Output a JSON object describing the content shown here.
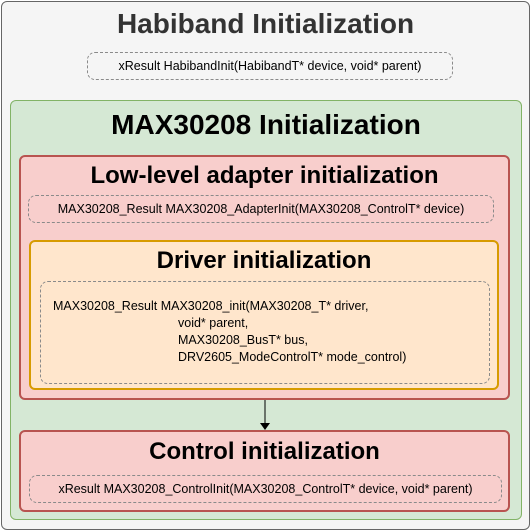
{
  "habiband": {
    "title": "Habiband Initialization",
    "code": "xResult HabibandInit(HabibandT* device, void* parent)"
  },
  "max30208": {
    "title": "MAX30208 Initialization"
  },
  "low_level": {
    "title": "Low-level adapter initialization",
    "code": "MAX30208_Result MAX30208_AdapterInit(MAX30208_ControlT* device)"
  },
  "driver": {
    "title": "Driver initialization",
    "code_lines": [
      "MAX30208_Result MAX30208_init(MAX30208_T* driver,",
      "void* parent,",
      "MAX30208_BusT* bus,",
      "DRV2605_ModeControlT* mode_control)"
    ]
  },
  "control": {
    "title": "Control initialization",
    "code": "xResult MAX30208_ControlInit(MAX30208_ControlT* device, void* parent)"
  },
  "colors": {
    "outer_fill": "#f5f5f5",
    "green_fill": "#d5e8d4",
    "green_stroke": "#82b366",
    "red_fill": "#f8cecc",
    "red_stroke": "#b85450",
    "orange_fill": "#ffe6cc",
    "orange_stroke": "#d79b00"
  }
}
